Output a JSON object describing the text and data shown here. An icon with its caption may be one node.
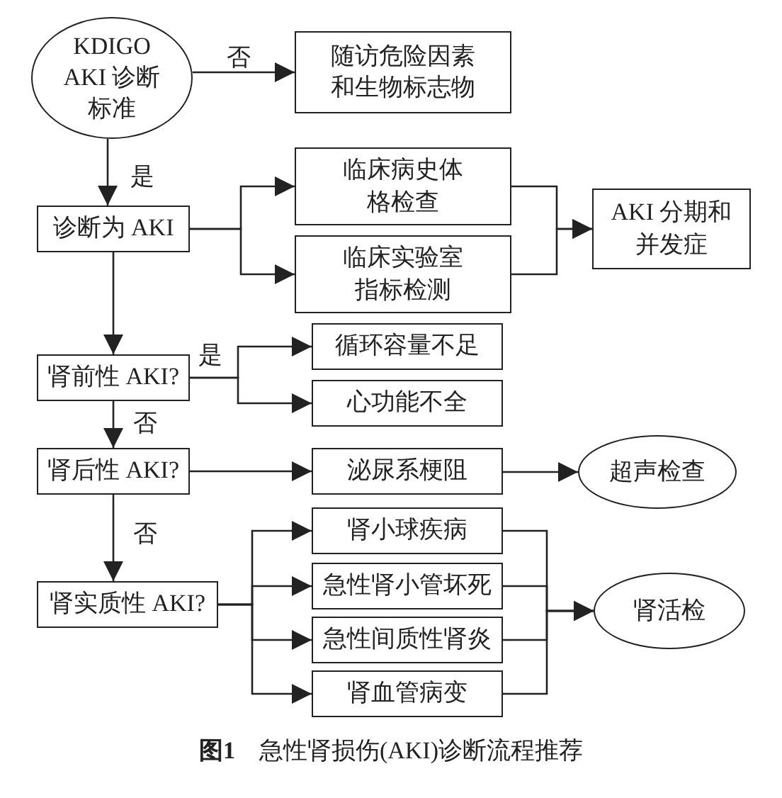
{
  "diagram": {
    "caption": "**图1**　急性肾损伤(AKI)诊断流程推荐",
    "nodes": [
      {
        "text": [
          "KDIGO AKI 诊断标准"
        ]
      },
      {
        "text": [
          "随访危险因素和生物标志物"
        ]
      },
      {
        "text": [
          "诊断为 AKI"
        ]
      },
      {
        "text": [
          "临床病史体格检查"
        ]
      },
      {
        "text": [
          "临床实验室指标检测"
        ]
      },
      {
        "text": [
          "AKI 分期和并发症"
        ]
      },
      {
        "text": [
          "肾前性 AKI?"
        ]
      },
      {
        "text": [
          "循环容量不足"
        ]
      },
      {
        "text": [
          "心功能不全"
        ]
      },
      {
        "text": [
          "肾后性 AKI?"
        ]
      },
      {
        "text": [
          "泌尿系梗阻"
        ]
      },
      {
        "text": [
          "超声检查"
        ]
      },
      {
        "text": [
          "肾实质性 AKI?"
        ]
      },
      {
        "text": [
          "肾小球疾病"
        ]
      },
      {
        "text": [
          "急性肾小管坏死"
        ]
      },
      {
        "text": [
          "急性间质性肾炎"
        ]
      },
      {
        "text": [
          "肾血管病变"
        ]
      },
      {
        "text": [
          "肾活检"
        ]
      }
    ],
    "edges": [
      {
        "from": 0,
        "to": 1,
        "arrow": "to",
        "label": "否"
      },
      {
        "from": 0,
        "to": 2,
        "arrow": "to",
        "label": "是"
      },
      {
        "from": 2,
        "to": 3,
        "arrow": "to"
      },
      {
        "from": 2,
        "to": 4,
        "arrow": "to"
      },
      {
        "from": 3,
        "to": 5,
        "arrow": "to"
      },
      {
        "from": 4,
        "to": 5,
        "arrow": "to"
      },
      {
        "from": 2,
        "to": 6,
        "arrow": "to"
      },
      {
        "from": 6,
        "to": 7,
        "arrow": "to",
        "label": "是"
      },
      {
        "from": 6,
        "to": 8,
        "arrow": "to"
      },
      {
        "from": 6,
        "to": 9,
        "arrow": "to",
        "label": "否"
      },
      {
        "from": 9,
        "to": 10,
        "arrow": "to"
      },
      {
        "from": 10,
        "to": 11,
        "arrow": "to"
      },
      {
        "from": 9,
        "to": 12,
        "arrow": "to",
        "label": "否"
      },
      {
        "from": 12,
        "to": 13,
        "arrow": "to"
      },
      {
        "from": 12,
        "to": 14,
        "arrow": "to"
      },
      {
        "from": 12,
        "to": 15,
        "arrow": "to"
      },
      {
        "from": 12,
        "to": 16,
        "arrow": "to"
      },
      {
        "from": 13,
        "to": 17,
        "arrow": "to"
      },
      {
        "from": 14,
        "to": 17,
        "arrow": "to"
      },
      {
        "from": 15,
        "to": 17,
        "arrow": "to"
      },
      {
        "from": 16,
        "to": 17,
        "arrow": "to"
      }
    ]
  }
}
